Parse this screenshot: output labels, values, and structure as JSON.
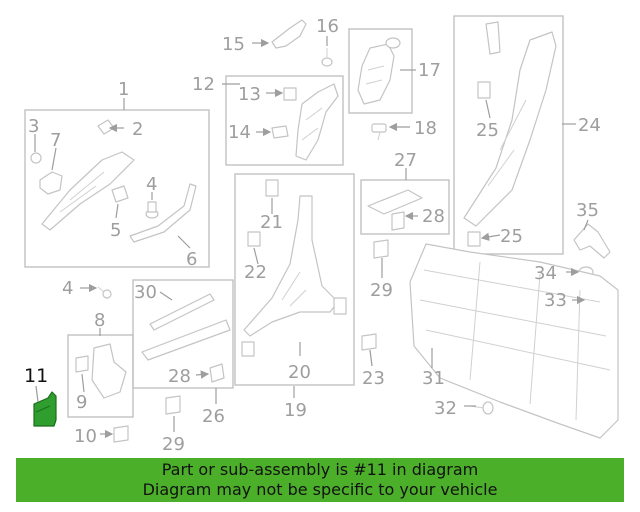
{
  "highlight_color": "#2f9e2f",
  "banner_color": "#4caf2a",
  "callouts": {
    "c1": "1",
    "c2": "2",
    "c3": "3",
    "c4": "4",
    "c4b": "4",
    "c5": "5",
    "c6": "6",
    "c7": "7",
    "c8": "8",
    "c9": "9",
    "c10": "10",
    "c11": "11",
    "c12": "12",
    "c13": "13",
    "c14": "14",
    "c15": "15",
    "c16": "16",
    "c17": "17",
    "c18": "18",
    "c19": "19",
    "c20": "20",
    "c21": "21",
    "c22": "22",
    "c23": "23",
    "c24": "24",
    "c25a": "25",
    "c25b": "25",
    "c26": "26",
    "c27": "27",
    "c28a": "28",
    "c28b": "28",
    "c29a": "29",
    "c29b": "29",
    "c30": "30",
    "c31": "31",
    "c32": "32",
    "c33": "33",
    "c34": "34",
    "c35": "35"
  },
  "banner": {
    "line1": "Part or sub-assembly is #11 in diagram",
    "line2": "Diagram may not be specific to your vehicle"
  }
}
